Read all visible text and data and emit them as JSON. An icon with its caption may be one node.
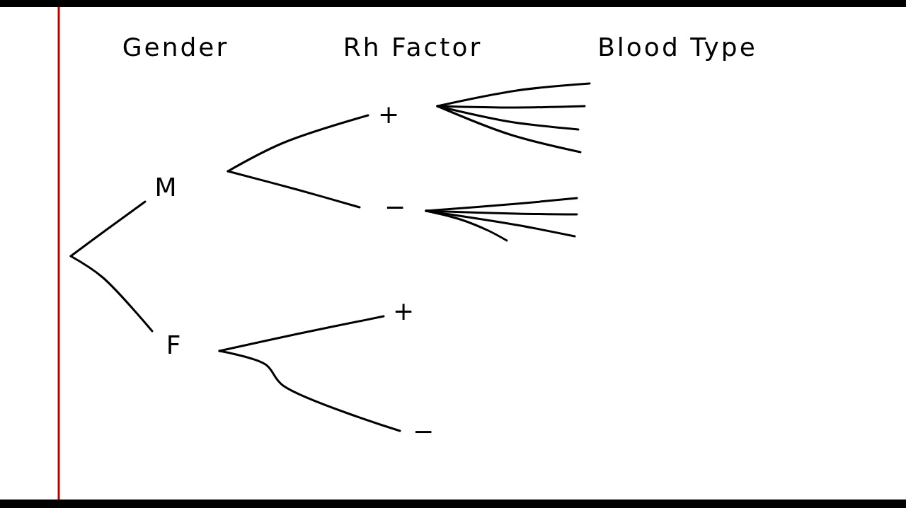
{
  "diagram": {
    "nodes": [
      {
        "text": [
          "M"
        ]
      },
      {
        "text": [
          "F"
        ]
      },
      {
        "text": [
          "+"
        ]
      },
      {
        "text": [
          "−"
        ]
      },
      {
        "text": [
          "+"
        ]
      },
      {
        "text": [
          "−"
        ]
      }
    ],
    "edges": [
      {
        "from": null,
        "to": 0,
        "arrow": "none"
      },
      {
        "from": null,
        "to": 1,
        "arrow": "none"
      },
      {
        "from": 0,
        "to": 2,
        "arrow": "none"
      },
      {
        "from": 0,
        "to": 3,
        "arrow": "none"
      },
      {
        "from": 1,
        "to": 4,
        "arrow": "none"
      },
      {
        "from": 1,
        "to": 5,
        "arrow": "none"
      },
      {
        "from": 2,
        "to": null,
        "arrow": "none"
      },
      {
        "from": 2,
        "to": null,
        "arrow": "none"
      },
      {
        "from": 2,
        "to": null,
        "arrow": "none"
      },
      {
        "from": 2,
        "to": null,
        "arrow": "none"
      },
      {
        "from": 3,
        "to": null,
        "arrow": "none"
      },
      {
        "from": 3,
        "to": null,
        "arrow": "none"
      },
      {
        "from": 3,
        "to": null,
        "arrow": "none"
      },
      {
        "from": 3,
        "to": null,
        "arrow": "none"
      }
    ],
    "labels": [
      "Gender",
      "Rh Factor",
      "Blood Type"
    ]
  }
}
